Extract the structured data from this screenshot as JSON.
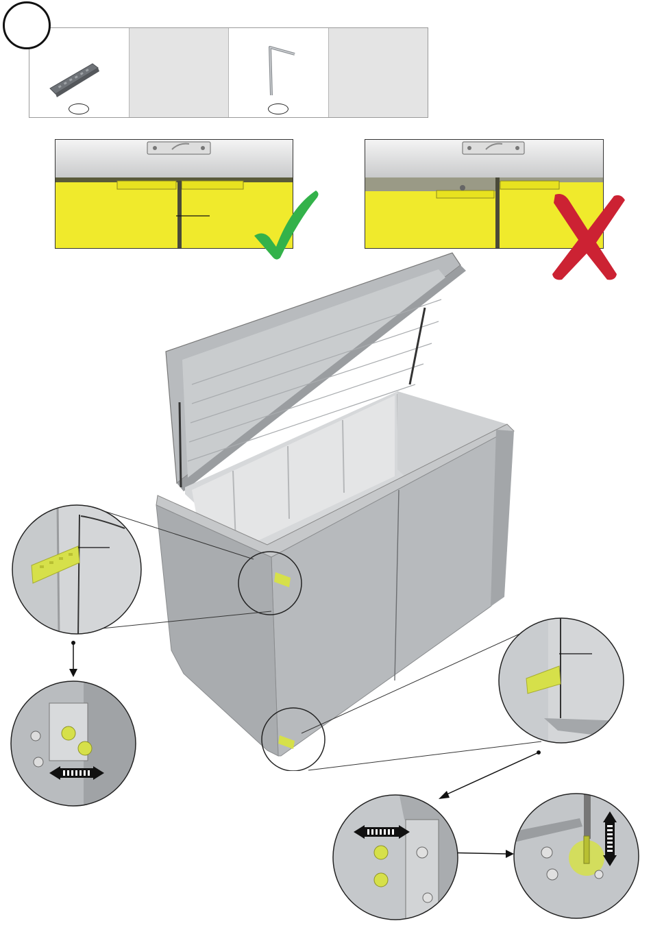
{
  "step": {
    "number": ""
  },
  "parts": [
    {
      "name": "hook-strip",
      "qty": ""
    },
    {
      "name": "empty",
      "qty": ""
    },
    {
      "name": "hex-key",
      "qty": ""
    },
    {
      "name": "empty",
      "qty": ""
    }
  ],
  "details": [
    {
      "name": "correct-alignment",
      "verdict": "correct",
      "icon": "checkmark-icon",
      "color": "#33b24a"
    },
    {
      "name": "incorrect-alignment",
      "verdict": "incorrect",
      "icon": "cross-icon",
      "color": "#cc2233"
    }
  ],
  "colors": {
    "door": "#f0ea2c",
    "accent": "#d6e04a",
    "body": "#b9bcbf",
    "lid": "#c2c5c8"
  },
  "adjust_icons": [
    "horizontal-adjust-arrow-icon",
    "vertical-adjust-arrow-icon"
  ]
}
